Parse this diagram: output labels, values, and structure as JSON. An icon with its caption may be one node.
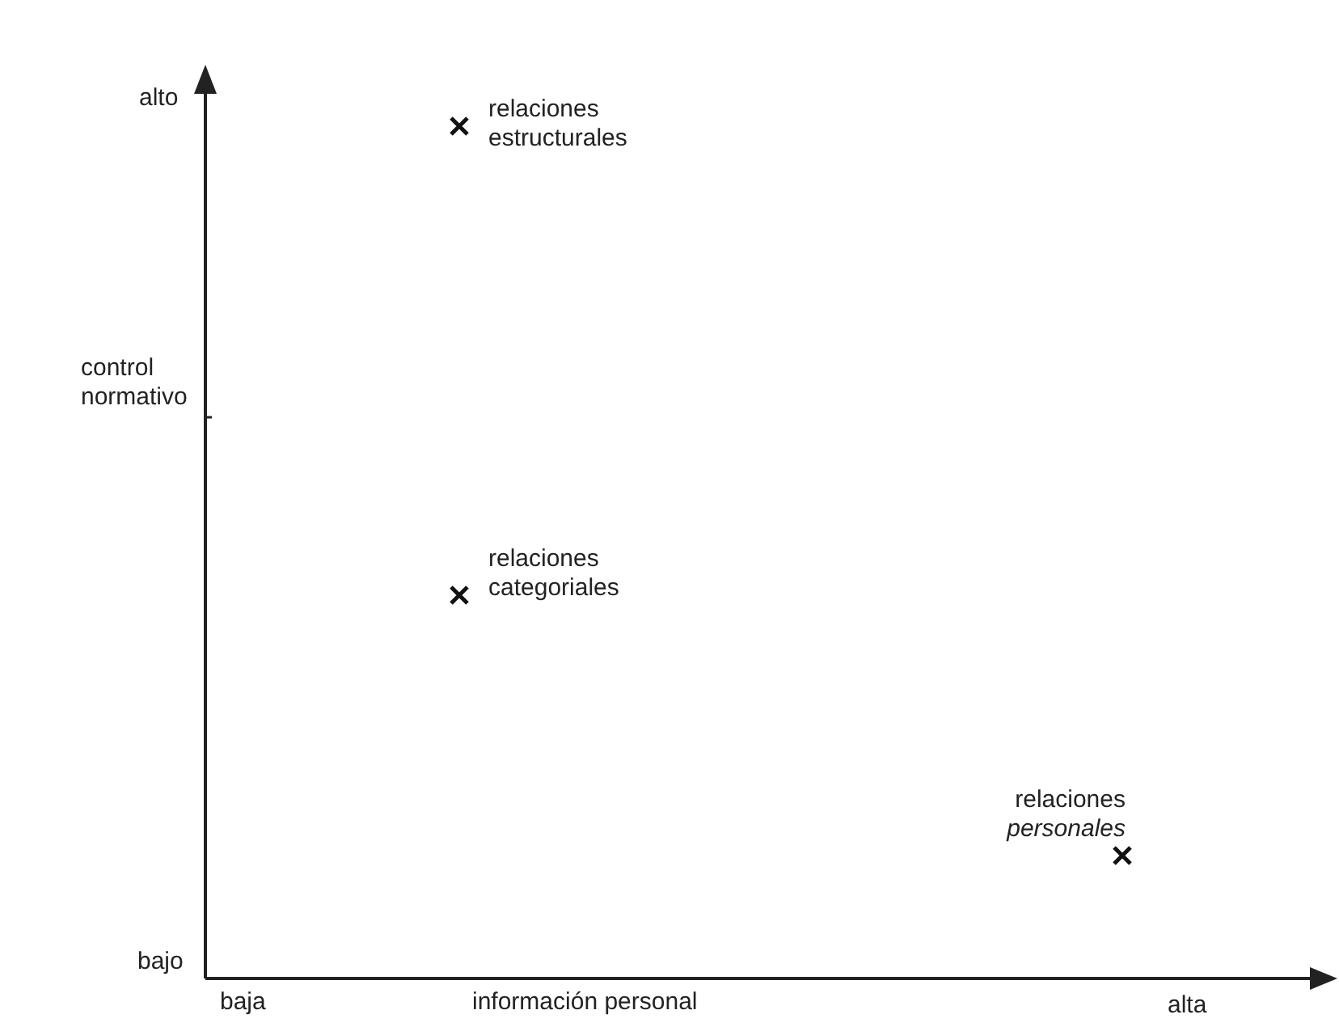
{
  "diagram": {
    "labels": [
      "alto",
      "relaciones estructurales",
      "control normativo",
      "relaciones categoriales",
      "relaciones *personales*",
      "bajo",
      "baja",
      "información personal",
      "alta"
    ]
  }
}
